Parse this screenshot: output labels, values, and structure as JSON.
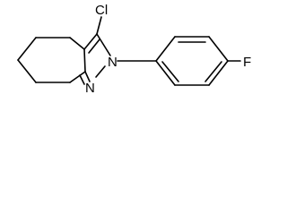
{
  "structure": {
    "atoms": {
      "chlorine": "Cl",
      "fluorine": "F",
      "nitrogen_n2": "N",
      "nitrogen_n1": "N"
    }
  },
  "colors": {
    "background": "#ffffff",
    "ink": "#000000"
  }
}
